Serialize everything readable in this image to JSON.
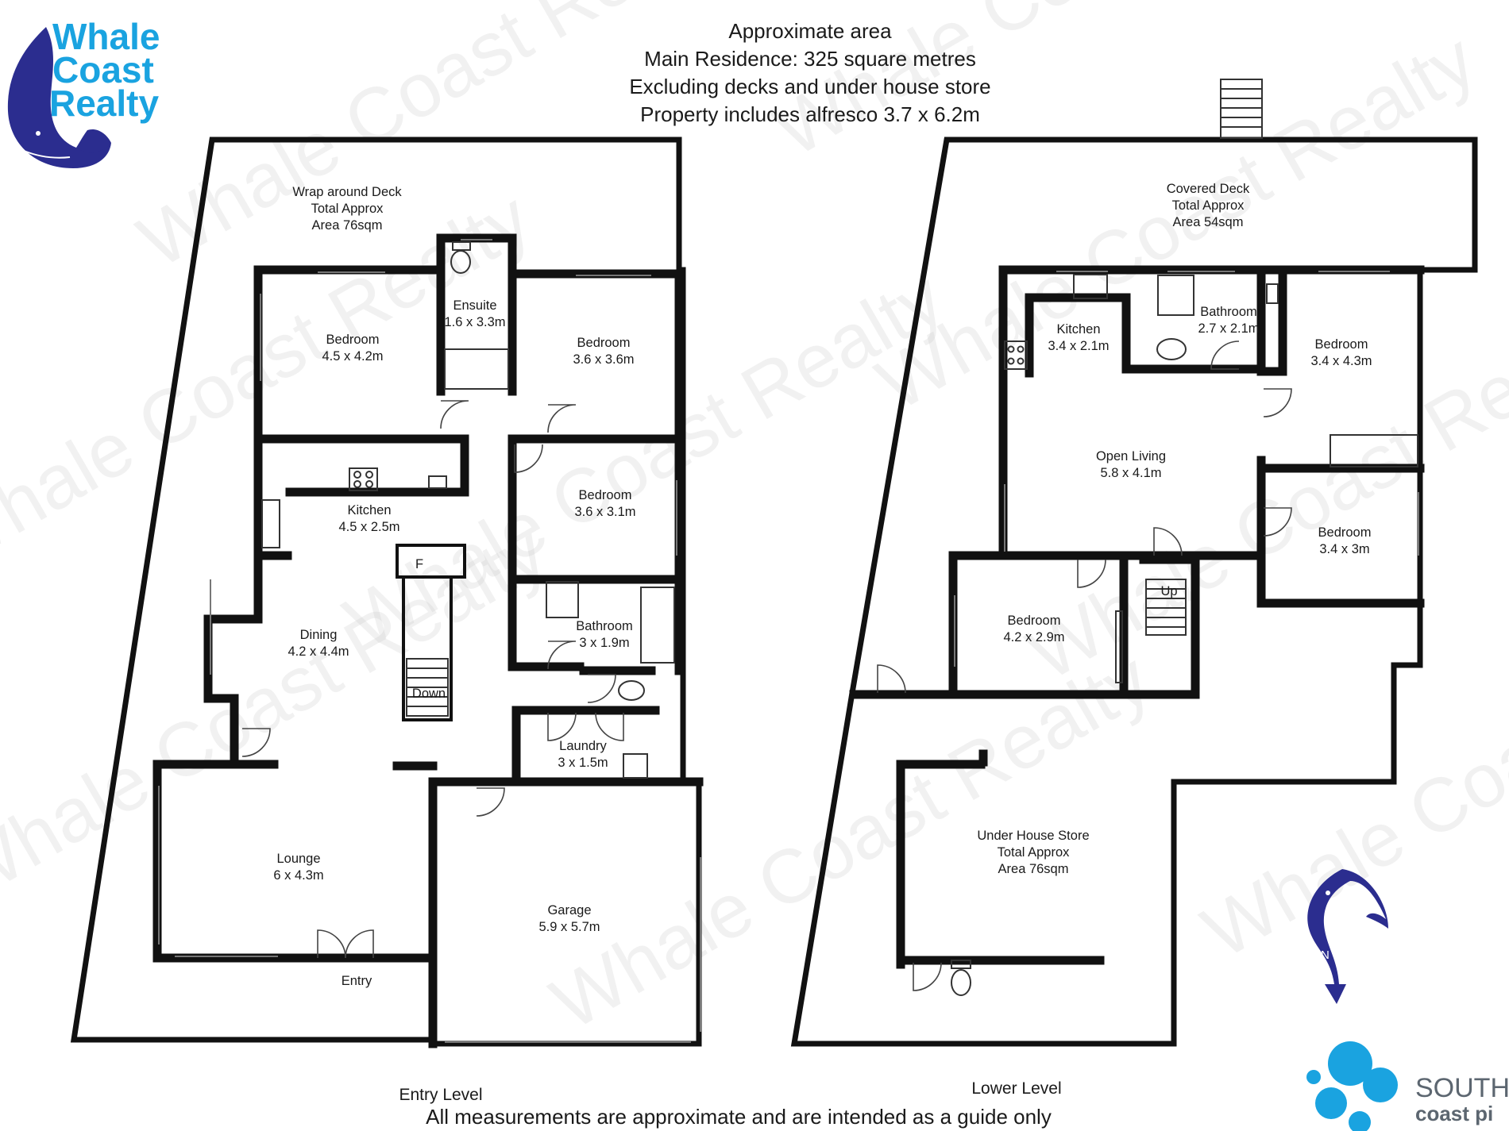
{
  "header": {
    "lines": [
      "Approximate area",
      "Main Residence: 325 square metres",
      "Excluding decks and under house store",
      "Property includes alfresco 3.7 x 6.2m"
    ]
  },
  "logo": {
    "lines": [
      "Whale",
      "Coast",
      "Realty"
    ],
    "icon": "whale-icon",
    "brand_color": "#1aa3e0",
    "whale_color": "#2b2d8f"
  },
  "watermark": {
    "text": "Whale Coast Realty",
    "color": "#bdbdbd"
  },
  "entry_level": {
    "title": "Entry Level",
    "rooms": {
      "deck": [
        "Wrap around Deck",
        "Total Approx",
        "Area 76sqm"
      ],
      "bedroom1": [
        "Bedroom",
        "4.5 x 4.2m"
      ],
      "ensuite": [
        "Ensuite",
        "1.6 x 3.3m"
      ],
      "bedroom2": [
        "Bedroom",
        "3.6 x 3.6m"
      ],
      "bedroom3": [
        "Bedroom",
        "3.6 x 3.1m"
      ],
      "kitchen": [
        "Kitchen",
        "4.5 x 2.5m"
      ],
      "dining": [
        "Dining",
        "4.2 x 4.4m"
      ],
      "bathroom": [
        "Bathroom",
        "3 x 1.9m"
      ],
      "laundry": [
        "Laundry",
        "3 x 1.5m"
      ],
      "lounge": [
        "Lounge",
        "6 x 4.3m"
      ],
      "garage": [
        "Garage",
        "5.9 x 5.7m"
      ],
      "entry": [
        "Entry"
      ]
    },
    "fridge_label": "F",
    "stair_label": "Down"
  },
  "lower_level": {
    "title": "Lower Level",
    "rooms": {
      "deck": [
        "Covered Deck",
        "Total Approx",
        "Area 54sqm"
      ],
      "kitchen": [
        "Kitchen",
        "3.4 x 2.1m"
      ],
      "bathroom": [
        "Bathroom",
        "2.7 x 2.1m"
      ],
      "bedroom1": [
        "Bedroom",
        "3.4 x 4.3m"
      ],
      "living": [
        "Open Living",
        "5.8 x 4.1m"
      ],
      "bedroom2": [
        "Bedroom",
        "3.4 x 3m"
      ],
      "bedroom3": [
        "Bedroom",
        "4.2 x 2.9m"
      ],
      "store": [
        "Under House Store",
        "Total Approx",
        "Area 76sqm"
      ]
    },
    "stair_label": "Up"
  },
  "compass": {
    "label": "N",
    "icon": "compass-dolphin-icon"
  },
  "footer": {
    "disclaimer": "All measurements are approximate and are intended as a guide only"
  },
  "partner": {
    "lines": [
      "SOUTH",
      "coast pi"
    ],
    "icon": "swirl-logo-icon"
  }
}
